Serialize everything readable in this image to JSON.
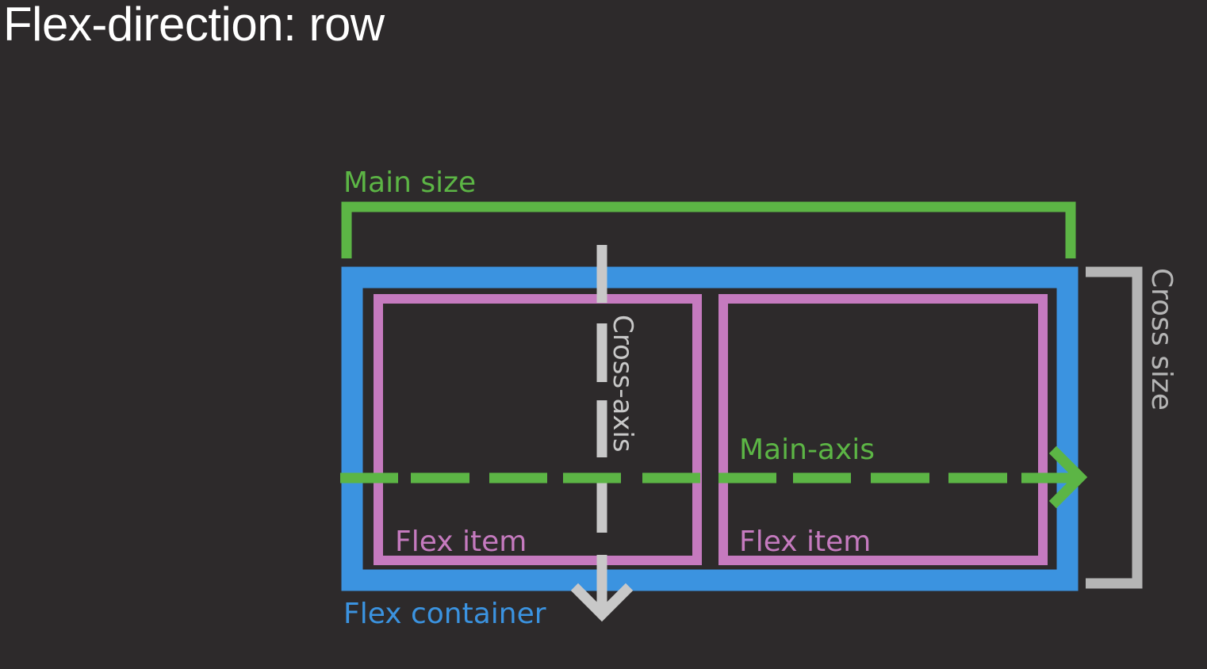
{
  "title": "Flex-direction: row",
  "labels": {
    "main_size": "Main size",
    "cross_axis": "Cross-axis",
    "cross_size": "Cross size",
    "main_axis": "Main-axis",
    "flex_item_1": "Flex item",
    "flex_item_2": "Flex item",
    "flex_container": "Flex container"
  },
  "colors": {
    "background": "#2d2a2b",
    "main": "#5cb545",
    "container": "#3b93e0",
    "item": "#c57abf",
    "cross": "#c8c8c8",
    "cross_size": "#b5b5b5",
    "title": "#ffffff"
  },
  "flex_direction": "row",
  "item_count": 2
}
